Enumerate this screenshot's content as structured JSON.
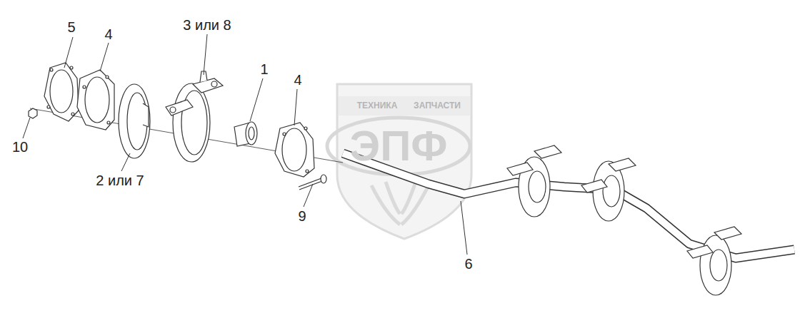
{
  "diagram": {
    "labels": [
      "5",
      "4",
      "3 или 8",
      "1",
      "4",
      "ТЕХНИКА",
      "ЗАПЧАСТИ",
      "ЭПФ",
      "10",
      "2 или 7",
      "9",
      "6"
    ]
  }
}
